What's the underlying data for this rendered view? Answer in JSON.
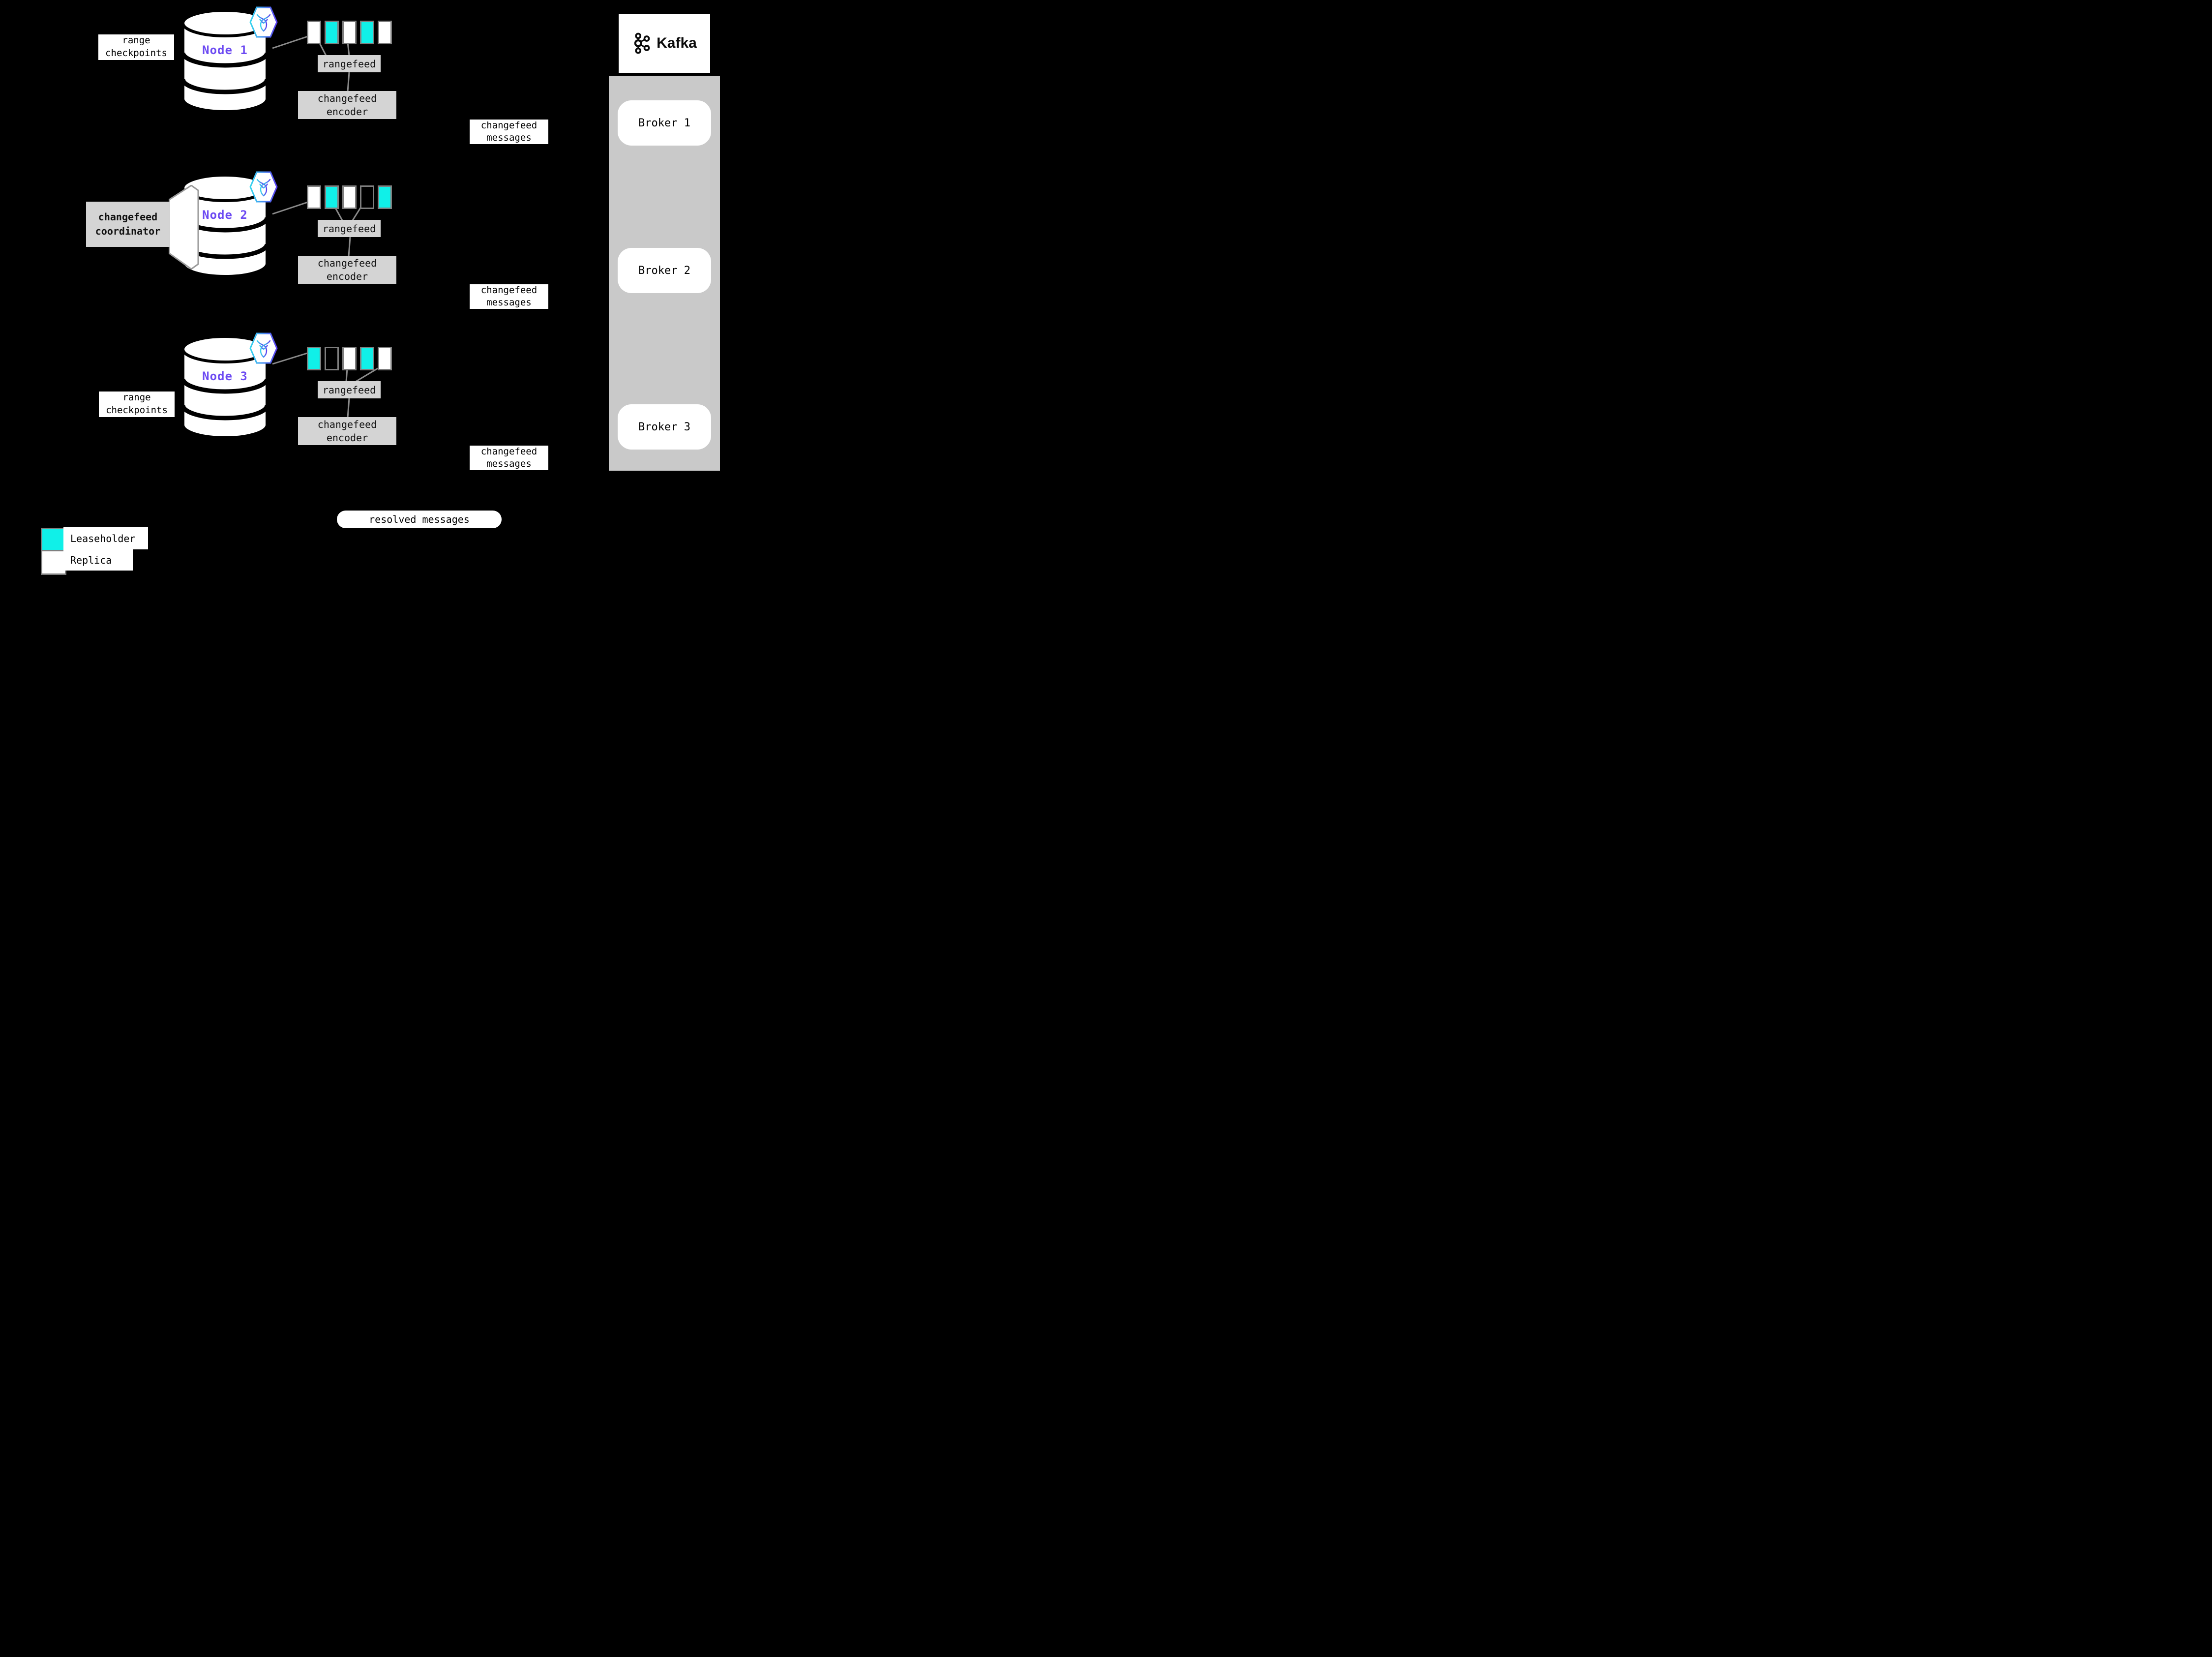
{
  "colors": {
    "background": "#000000",
    "node_label": "#6c4af2",
    "leaseholder": "#10f0e8",
    "replica": "#ffffff",
    "box_gray": "#d4d4d4",
    "container_gray": "#c9c9c9",
    "border_gray": "#7f7f7f",
    "line_gray": "#8a8a8a"
  },
  "labels": {
    "range_checkpoints_line1": "range",
    "range_checkpoints_line2": "checkpoints",
    "rangefeed": "rangefeed",
    "encoder_line1": "changefeed",
    "encoder_line2": "encoder",
    "messages_line1": "changefeed",
    "messages_line2": "messages",
    "coordinator_line1": "changefeed",
    "coordinator_line2": "coordinator",
    "resolved": "resolved messages"
  },
  "nodes": [
    {
      "name": "Node 1",
      "ranges": [
        "replica",
        "leaseholder",
        "replica",
        "leaseholder",
        "replica"
      ]
    },
    {
      "name": "Node 2",
      "ranges": [
        "replica",
        "leaseholder",
        "replica",
        "empty",
        "leaseholder"
      ]
    },
    {
      "name": "Node 3",
      "ranges": [
        "leaseholder",
        "empty",
        "replica",
        "leaseholder",
        "replica"
      ]
    }
  ],
  "kafka": {
    "brand": "Kafka",
    "brokers": [
      {
        "label": "Broker 1"
      },
      {
        "label": "Broker 2"
      },
      {
        "label": "Broker 3"
      }
    ]
  },
  "legend": {
    "items": [
      {
        "label": "Leaseholder",
        "type": "leaseholder"
      },
      {
        "label": "Replica",
        "type": "replica"
      }
    ]
  }
}
